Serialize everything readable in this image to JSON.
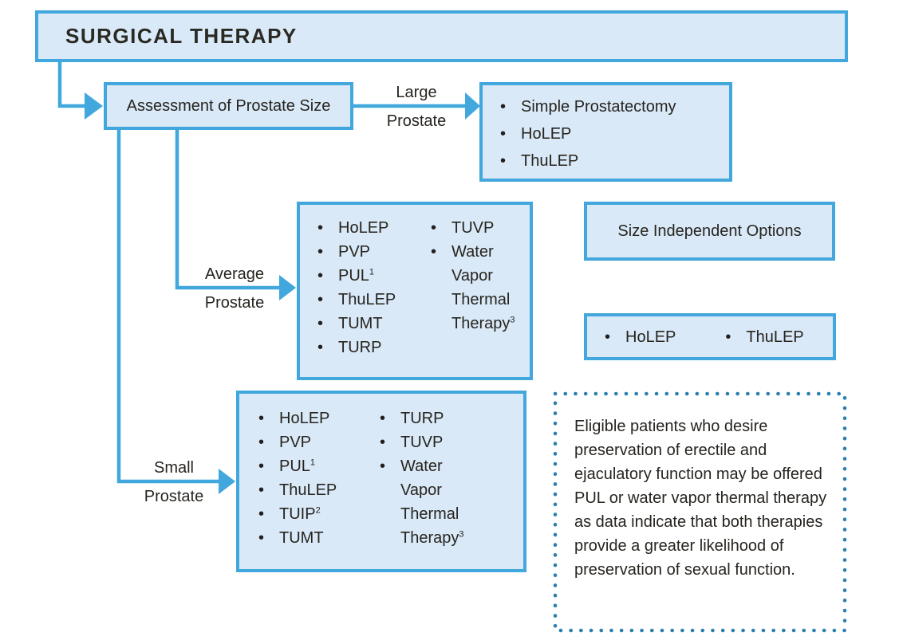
{
  "header": {
    "title": "SURGICAL THERAPY"
  },
  "assessment": {
    "label": "Assessment of Prostate Size"
  },
  "branches": {
    "large": {
      "line1": "Large",
      "line2": "Prostate"
    },
    "average": {
      "line1": "Average",
      "line2": "Prostate"
    },
    "small": {
      "line1": "Small",
      "line2": "Prostate"
    }
  },
  "large_box": {
    "items": [
      {
        "text": "Simple Prostatectomy",
        "sup": ""
      },
      {
        "text": "HoLEP",
        "sup": ""
      },
      {
        "text": "ThuLEP",
        "sup": ""
      }
    ]
  },
  "average_box": {
    "col1": [
      {
        "text": "HoLEP",
        "sup": ""
      },
      {
        "text": "PVP",
        "sup": ""
      },
      {
        "text": "PUL",
        "sup": "1"
      },
      {
        "text": "ThuLEP",
        "sup": ""
      },
      {
        "text": "TUMT",
        "sup": ""
      },
      {
        "text": "TURP",
        "sup": ""
      }
    ],
    "col2": [
      {
        "text": "TUVP",
        "sup": ""
      },
      {
        "text": "Water Vapor Thermal Therapy",
        "sup": "3"
      }
    ]
  },
  "size_independent": {
    "label": "Size Independent Options",
    "items": [
      {
        "text": "HoLEP",
        "sup": ""
      },
      {
        "text": "ThuLEP",
        "sup": ""
      }
    ]
  },
  "small_box": {
    "col1": [
      {
        "text": "HoLEP",
        "sup": ""
      },
      {
        "text": "PVP",
        "sup": ""
      },
      {
        "text": "PUL",
        "sup": "1"
      },
      {
        "text": "ThuLEP",
        "sup": ""
      },
      {
        "text": "TUIP",
        "sup": "2"
      },
      {
        "text": "TUMT",
        "sup": ""
      }
    ],
    "col2": [
      {
        "text": "TURP",
        "sup": ""
      },
      {
        "text": "TUVP",
        "sup": ""
      },
      {
        "text": "Water Vapor Thermal Therapy",
        "sup": "3"
      }
    ]
  },
  "note": {
    "text": "Eligible patients who desire preservation of erectile and ejaculatory function may be offered PUL or water vapor thermal therapy as data indicate that both therapies provide a greater likelihood of preservation of sexual function."
  },
  "colors": {
    "box_fill": "#d9e9f7",
    "box_border": "#41a7dc",
    "connector": "#41a7dc",
    "dotted_border": "#2b7fae",
    "text": "#27241f"
  }
}
